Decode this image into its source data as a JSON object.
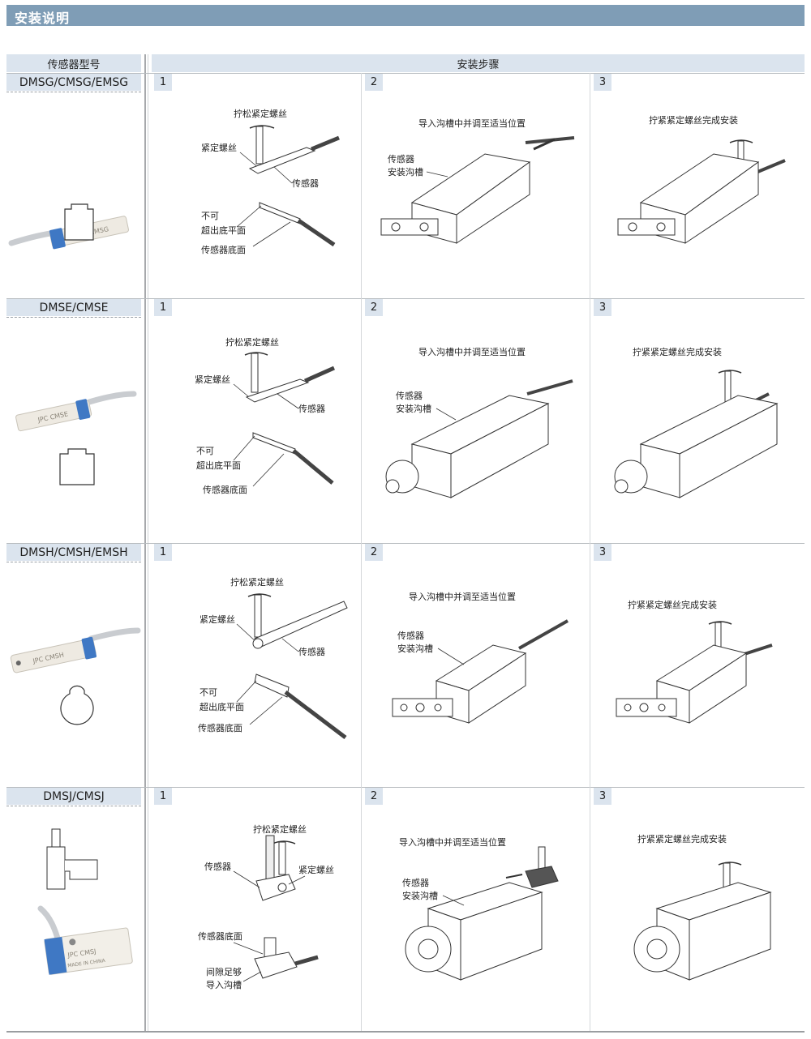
{
  "page": {
    "title": "安装说明"
  },
  "header": {
    "model_col": "传感器型号",
    "steps_col": "安装步骤"
  },
  "colors": {
    "title_bar": "#7f9db6",
    "band": "#dbe4ee",
    "grid": "#b8bcc0",
    "sensor_blue": "#3f78c4"
  },
  "rows": [
    {
      "model": "DMSG/CMSG/EMSG",
      "sensor_text": "JPC CMSG",
      "steps": [
        {
          "num": "1",
          "labels": [
            "拧松紧定螺丝",
            "紧定螺丝",
            "传感器",
            "不可",
            "超出底平面",
            "传感器底面"
          ]
        },
        {
          "num": "2",
          "labels": [
            "导入沟槽中并调至适当位置",
            "传感器",
            "安装沟槽"
          ]
        },
        {
          "num": "3",
          "labels": [
            "拧紧紧定螺丝完成安装"
          ]
        }
      ]
    },
    {
      "model": "DMSE/CMSE",
      "sensor_text": "JPC CMSE",
      "steps": [
        {
          "num": "1",
          "labels": [
            "拧松紧定螺丝",
            "紧定螺丝",
            "传感器",
            "不可",
            "超出底平面",
            "传感器底面"
          ]
        },
        {
          "num": "2",
          "labels": [
            "导入沟槽中并调至适当位置",
            "传感器",
            "安装沟槽"
          ]
        },
        {
          "num": "3",
          "labels": [
            "拧紧紧定螺丝完成安装"
          ]
        }
      ]
    },
    {
      "model": "DMSH/CMSH/EMSH",
      "sensor_text": "JPC CMSH",
      "steps": [
        {
          "num": "1",
          "labels": [
            "拧松紧定螺丝",
            "紧定螺丝",
            "传感器",
            "不可",
            "超出底平面",
            "传感器底面"
          ]
        },
        {
          "num": "2",
          "labels": [
            "导入沟槽中并调至适当位置",
            "传感器",
            "安装沟槽"
          ]
        },
        {
          "num": "3",
          "labels": [
            "拧紧紧定螺丝完成安装"
          ]
        }
      ]
    },
    {
      "model": "DMSJ/CMSJ",
      "sensor_text": "JPC CMSJ",
      "sensor_subtext": "MADE IN CHINA",
      "steps": [
        {
          "num": "1",
          "labels": [
            "拧松紧定螺丝",
            "传感器",
            "紧定螺丝",
            "传感器底面",
            "间隙足够",
            "导入沟槽"
          ]
        },
        {
          "num": "2",
          "labels": [
            "导入沟槽中并调至适当位置",
            "传感器",
            "安装沟槽"
          ]
        },
        {
          "num": "3",
          "labels": [
            "拧紧紧定螺丝完成安装"
          ]
        }
      ]
    }
  ]
}
